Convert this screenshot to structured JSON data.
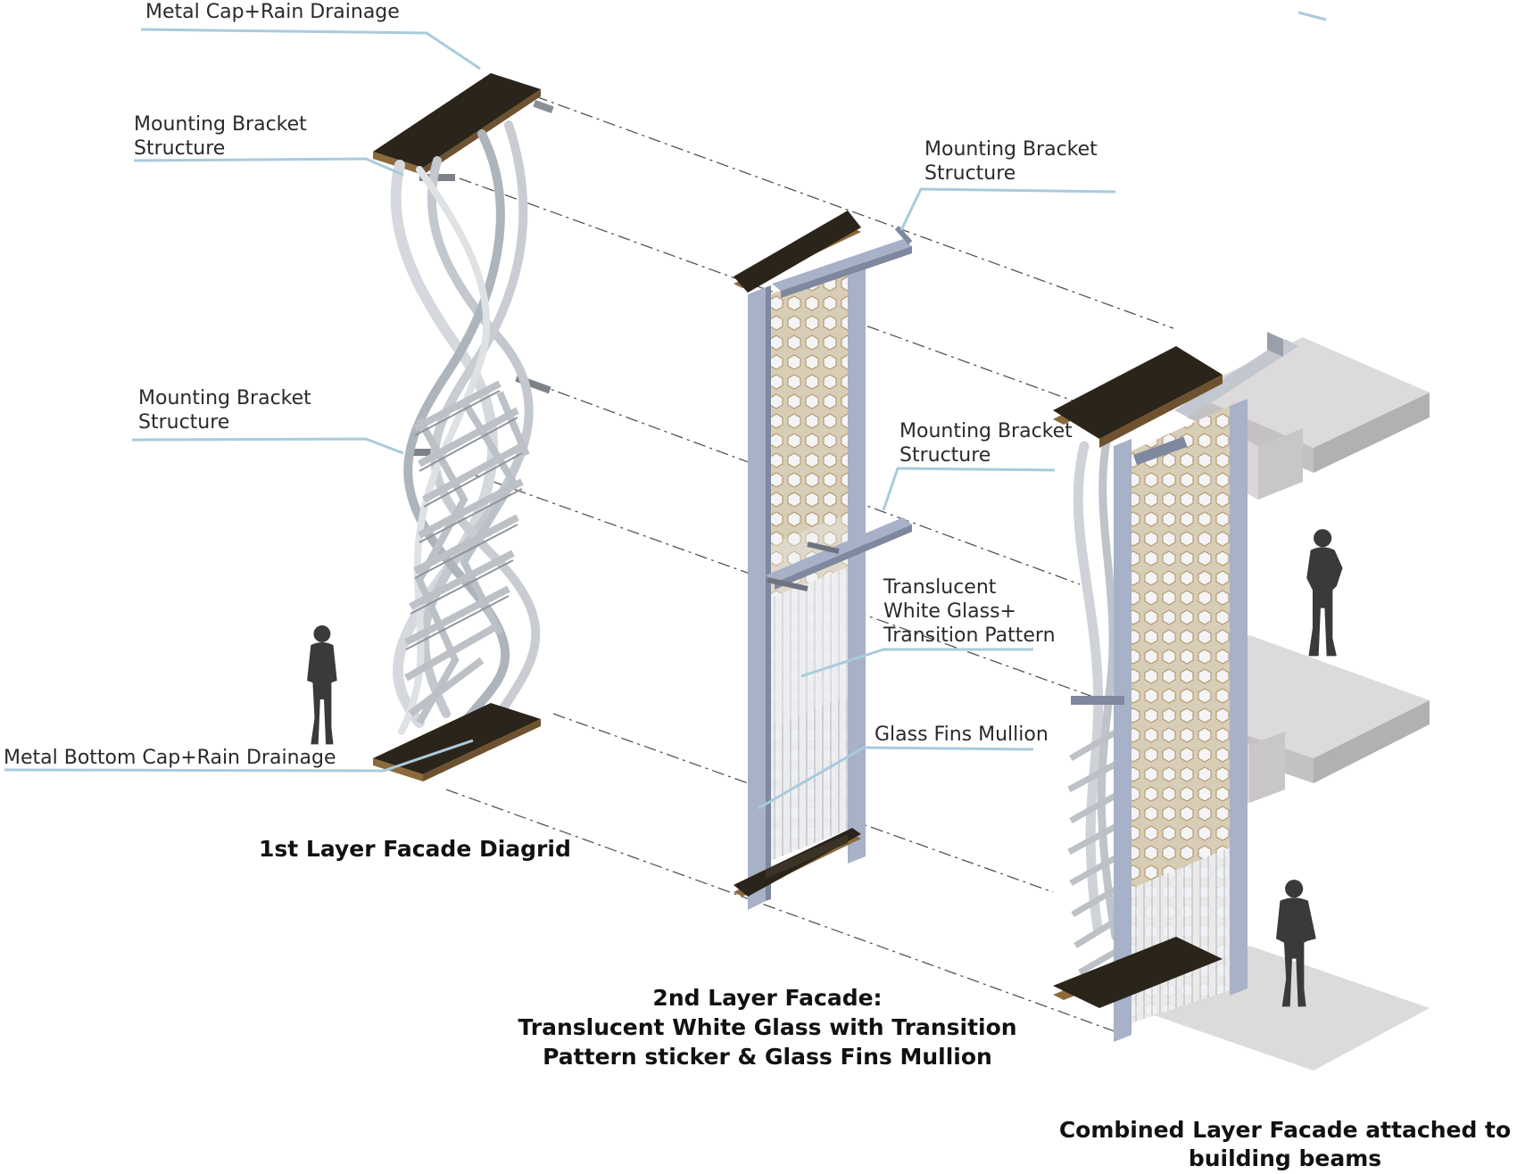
{
  "colors": {
    "leader": "#a9cbdc",
    "cap_top": "#2b241a",
    "cap_edge": "#8c6a3c",
    "frame": "#a7b1c8",
    "frame_dark": "#7e889f",
    "steel": "#b9bec4",
    "pattern": "#c8b48c",
    "slab": "#d7d4d4",
    "silhouette": "#3a3a3a",
    "dash": "#555555"
  },
  "icons": [
    "person-silhouette-icon"
  ],
  "labels": {
    "metal_cap": "Metal Cap+Rain Drainage",
    "bracket_top_1": "Mounting Bracket",
    "bracket_top_2": "Structure",
    "bracket_mid_1": "Mounting Bracket",
    "bracket_mid_2": "Structure",
    "bottom_cap": "Metal Bottom Cap+Rain Drainage",
    "bracket_right_top_1": "Mounting Bracket",
    "bracket_right_top_2": "Structure",
    "bracket_right_mid_1": "Mounting Bracket",
    "bracket_right_mid_2": "Structure",
    "glass_1": "Translucent",
    "glass_2": "White Glass+",
    "glass_3": "Transition Pattern",
    "fins": "Glass Fins Mullion"
  },
  "captions": {
    "layer1": "1st Layer Facade Diagrid",
    "layer2_1": "2nd Layer Facade:",
    "layer2_2": "Translucent White Glass with Transition",
    "layer2_3": "Pattern sticker & Glass Fins Mullion",
    "combined_1": "Combined Layer Facade attached to",
    "combined_2": "building beams"
  }
}
